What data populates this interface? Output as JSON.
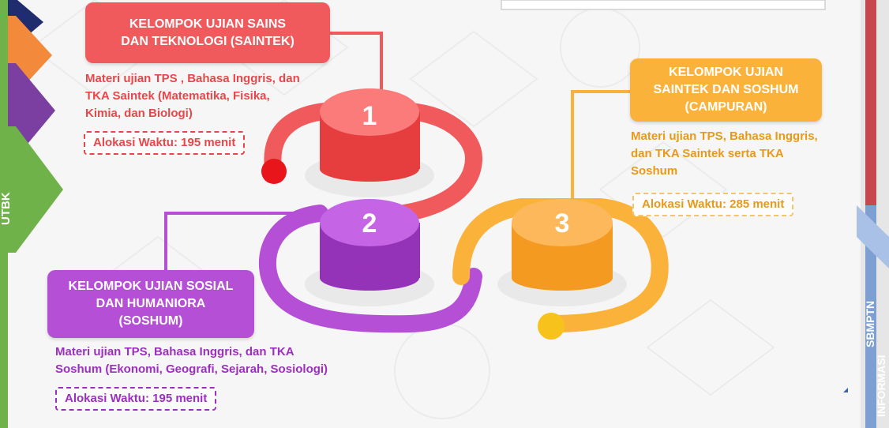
{
  "colors": {
    "red": "#f05a5c",
    "red_dark": "#e63e3f",
    "purple": "#b44fd6",
    "purple_dark": "#9533b8",
    "orange": "#fbb23a",
    "orange_dark": "#f59a20",
    "green": "#6fb24a",
    "blue": "#7d9fd1"
  },
  "sidebar": {
    "left_label": "UTBK",
    "right_label_1": "SBMPTN",
    "right_label_2": "INFORMASI"
  },
  "groups": [
    {
      "number": "1",
      "title": "KELOMPOK UJIAN SAINS\nDAN TEKNOLOGI (SAINTEK)",
      "description": "Materi ujian TPS , Bahasa Inggris, dan\nTKA Saintek (Matematika, Fisika,\nKimia, dan Biologi)",
      "allocation": "Alokasi Waktu: 195 menit"
    },
    {
      "number": "2",
      "title": "KELOMPOK UJIAN SOSIAL\nDAN HUMANIORA\n(SOSHUM)",
      "description": "Materi ujian TPS, Bahasa Inggris,  dan TKA\nSoshum (Ekonomi, Geografi, Sejarah, Sosiologi)",
      "allocation": "Alokasi Waktu: 195 menit"
    },
    {
      "number": "3",
      "title": "KELOMPOK UJIAN\nSAINTEK DAN SOSHUM\n(CAMPURAN)",
      "description": "Materi ujian TPS, Bahasa Inggris,\ndan TKA Saintek serta TKA\nSoshum",
      "allocation": "Alokasi Waktu: 285 menit"
    }
  ]
}
